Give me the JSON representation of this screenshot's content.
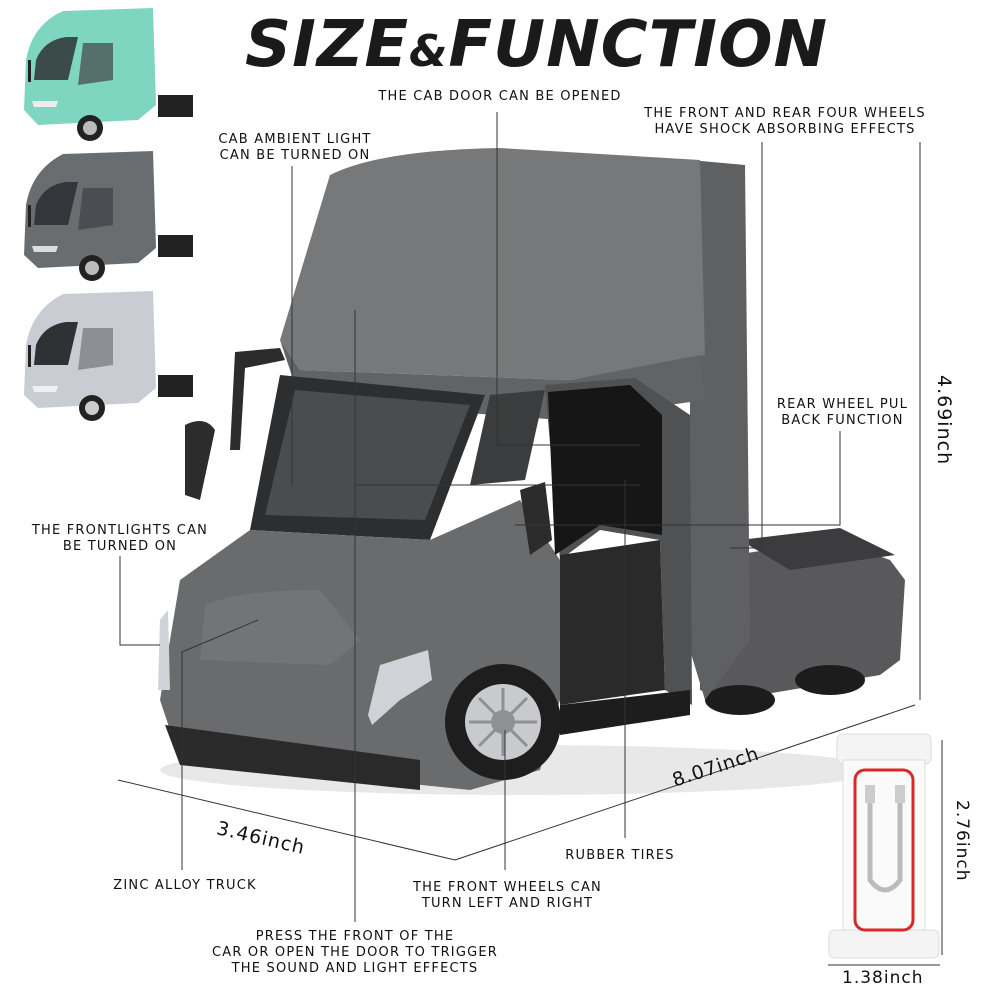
{
  "title": {
    "main_a": "SIZE",
    "amp": "&",
    "main_b": "FUNCTION"
  },
  "colors": {
    "variant_1": "#7fd6c0",
    "variant_2": "#6a6d70",
    "variant_3": "#c9ccd3",
    "truck_body": "#6c6d6e"
  },
  "callouts": {
    "cab_door": "THE CAB DOOR CAN BE OPENED",
    "four_wheels_l1": "THE FRONT AND REAR FOUR WHEELS",
    "four_wheels_l2": "HAVE SHOCK ABSORBING EFFECTS",
    "ambient_l1": "CAB AMBIENT LIGHT",
    "ambient_l2": "CAN BE TURNED ON",
    "pullback_l1": "REAR WHEEL PUL",
    "pullback_l2": "BACK FUNCTION",
    "frontlights_l1": "THE FRONTLIGHTS CAN",
    "frontlights_l2": "BE TURNED ON",
    "rubber_tires": "RUBBER TIRES",
    "zinc_alloy": "ZINC ALLOY TRUCK",
    "front_wheels_l1": "THE FRONT WHEELS CAN",
    "front_wheels_l2": "TURN LEFT AND RIGHT",
    "press_l1": "PRESS THE FRONT OF THE",
    "press_l2": "CAR OR OPEN THE DOOR TO TRIGGER",
    "press_l3": "THE SOUND AND LIGHT EFFECTS"
  },
  "dimensions": {
    "height": "4.69inch",
    "length": "8.07inch",
    "width": "3.46inch",
    "box_height": "2.76inch",
    "box_width": "1.38inch"
  }
}
